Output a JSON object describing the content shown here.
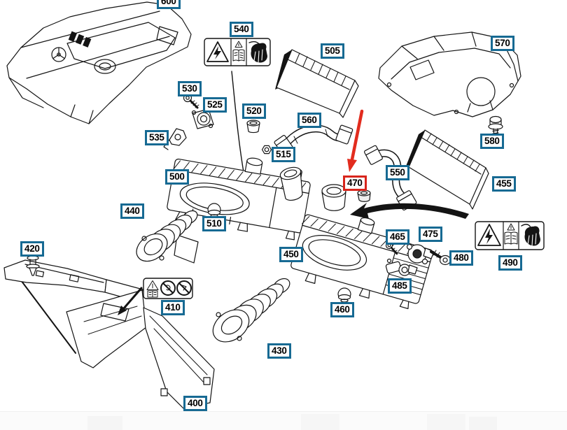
{
  "diagram": {
    "kind": "exploded-parts-diagram",
    "colors": {
      "label_border": "#176a93",
      "highlight_border": "#d8251c",
      "arrow_red": "#e22c1e",
      "line_art": "#141414",
      "background": "#ffffff"
    },
    "highlighted_part": "470",
    "labels": [
      {
        "part": "600",
        "highlighted": false
      },
      {
        "part": "540",
        "highlighted": false
      },
      {
        "part": "505",
        "highlighted": false
      },
      {
        "part": "570",
        "highlighted": false
      },
      {
        "part": "530",
        "highlighted": false
      },
      {
        "part": "525",
        "highlighted": false
      },
      {
        "part": "520",
        "highlighted": false
      },
      {
        "part": "560",
        "highlighted": false
      },
      {
        "part": "535",
        "highlighted": false
      },
      {
        "part": "580",
        "highlighted": false
      },
      {
        "part": "515",
        "highlighted": false
      },
      {
        "part": "550",
        "highlighted": false
      },
      {
        "part": "500",
        "highlighted": false
      },
      {
        "part": "470",
        "highlighted": true
      },
      {
        "part": "455",
        "highlighted": false
      },
      {
        "part": "440",
        "highlighted": false
      },
      {
        "part": "510",
        "highlighted": false
      },
      {
        "part": "475",
        "highlighted": false
      },
      {
        "part": "465",
        "highlighted": false
      },
      {
        "part": "420",
        "highlighted": false
      },
      {
        "part": "450",
        "highlighted": false
      },
      {
        "part": "480",
        "highlighted": false
      },
      {
        "part": "490",
        "highlighted": false
      },
      {
        "part": "485",
        "highlighted": false
      },
      {
        "part": "410",
        "highlighted": false
      },
      {
        "part": "460",
        "highlighted": false
      },
      {
        "part": "430",
        "highlighted": false
      },
      {
        "part": "400",
        "highlighted": false
      }
    ],
    "stickers": [
      {
        "on_part": "540",
        "icons": [
          "high-voltage-warning-triangle-icon",
          "read-operating-manual-icon",
          "hand-injury-warning-icon"
        ]
      },
      {
        "on_part": "410",
        "icons": [
          "read-operating-manual-warning-icon",
          "prohibition-circle-icon",
          "prohibition-circle-icon"
        ]
      },
      {
        "on_part": "490",
        "icons": [
          "high-voltage-warning-triangle-icon",
          "read-operating-manual-icon",
          "hand-injury-warning-icon"
        ]
      }
    ]
  }
}
